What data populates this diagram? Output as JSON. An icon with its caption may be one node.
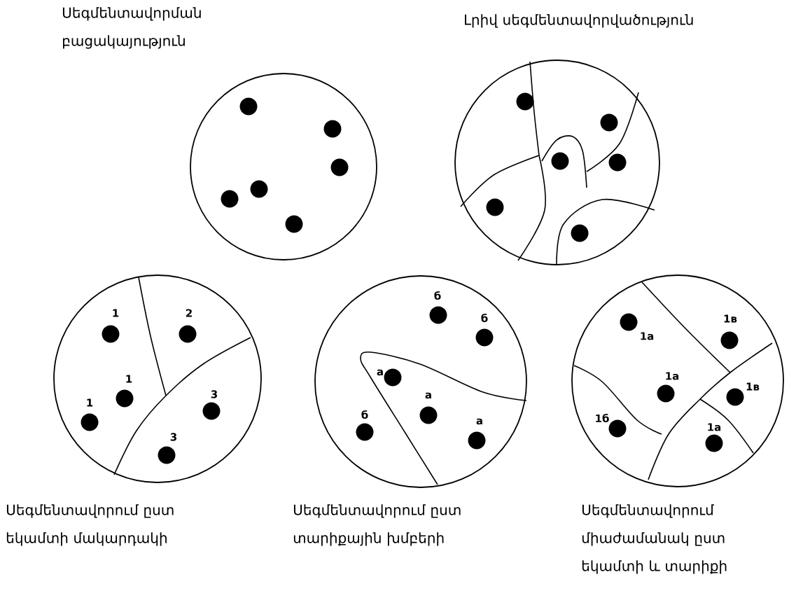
{
  "diagram": {
    "nodes": [
      {
        "text": [
          "Սեգմենտավորման բացակայություն"
        ]
      },
      {
        "text": [
          "Լրիվ սեգմենտավորվածություն"
        ]
      },
      {
        "text": [
          "Սեգմենտավորում ըստ եկամտի մակարդակի"
        ]
      },
      {
        "text": [
          "Սեգմենտավորում ըստ տարիքային խմբերի"
        ]
      },
      {
        "text": [
          "Սեգմենտավորում միաժամանակ ըստ եկամտի և տարիքի"
        ]
      }
    ],
    "labels": [
      "1",
      "2",
      "1",
      "3",
      "1",
      "3",
      "б",
      "б",
      "а",
      "а",
      "б",
      "а",
      "1в",
      "1а",
      "1а",
      "1в",
      "1б",
      "1а"
    ]
  }
}
